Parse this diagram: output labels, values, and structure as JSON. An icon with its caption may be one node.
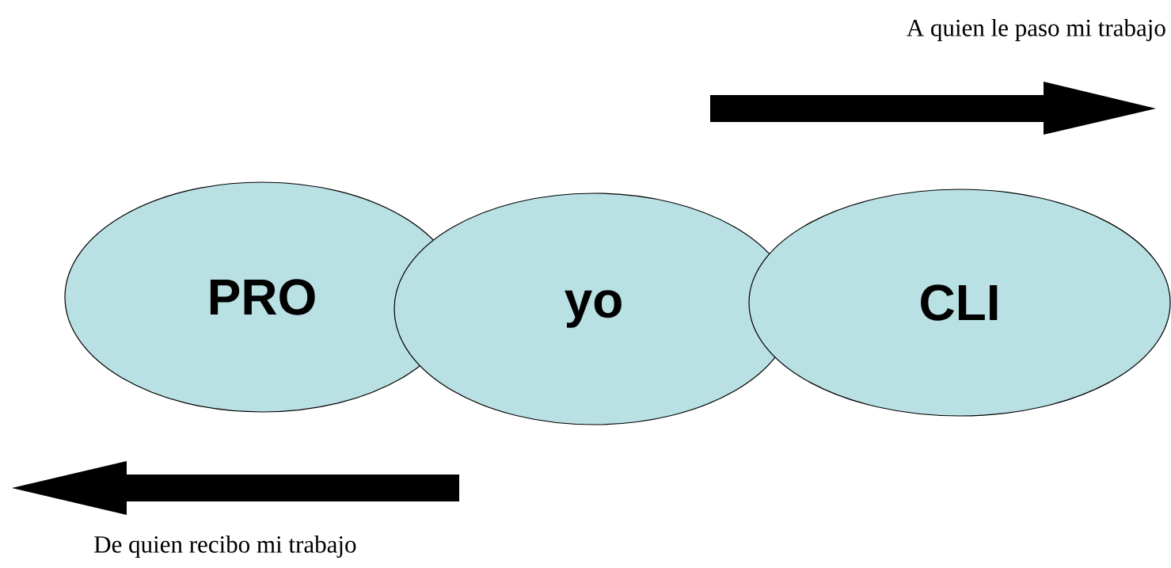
{
  "diagram": {
    "nodes": [
      {
        "text": [
          "PRO"
        ]
      },
      {
        "text": [
          "yo"
        ]
      },
      {
        "text": [
          "CLI"
        ]
      }
    ],
    "labels": [
      "A quien le paso mi trabajo",
      "De quien recibo mi trabajo"
    ]
  }
}
